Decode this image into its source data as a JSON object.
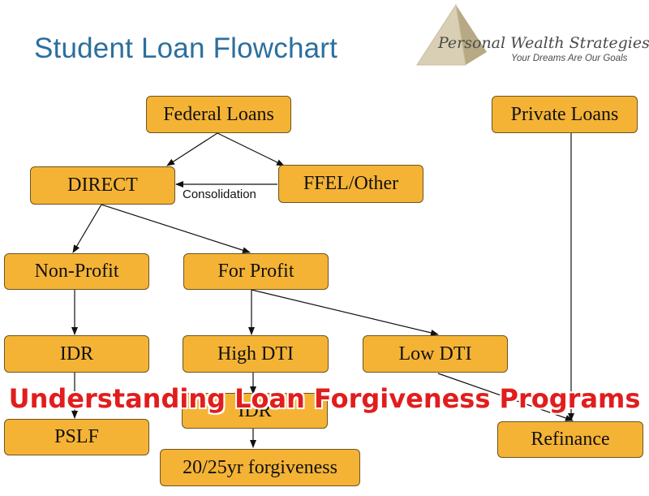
{
  "title": "Student Loan Flowchart",
  "logo": {
    "name": "Personal Wealth Strategies",
    "tagline": "Your Dreams Are Our Goals"
  },
  "nodes": {
    "federal_loans": "Federal Loans",
    "private_loans": "Private Loans",
    "direct": "DIRECT",
    "ffel_other": "FFEL/Other",
    "non_profit": "Non-Profit",
    "for_profit": "For Profit",
    "idr_nonprofit": "IDR",
    "high_dti": "High DTI",
    "low_dti": "Low DTI",
    "pslf": "PSLF",
    "idr_forprofit": "IDR",
    "forgiveness": "20/25yr forgiveness",
    "refinance": "Refinance"
  },
  "edge_labels": {
    "consolidation": "Consolidation"
  },
  "overlay_caption": "Understanding Loan Forgiveness Programs",
  "colors": {
    "node_fill": "#f5b335",
    "title": "#2b6f9e",
    "caption": "#e11d1d"
  }
}
